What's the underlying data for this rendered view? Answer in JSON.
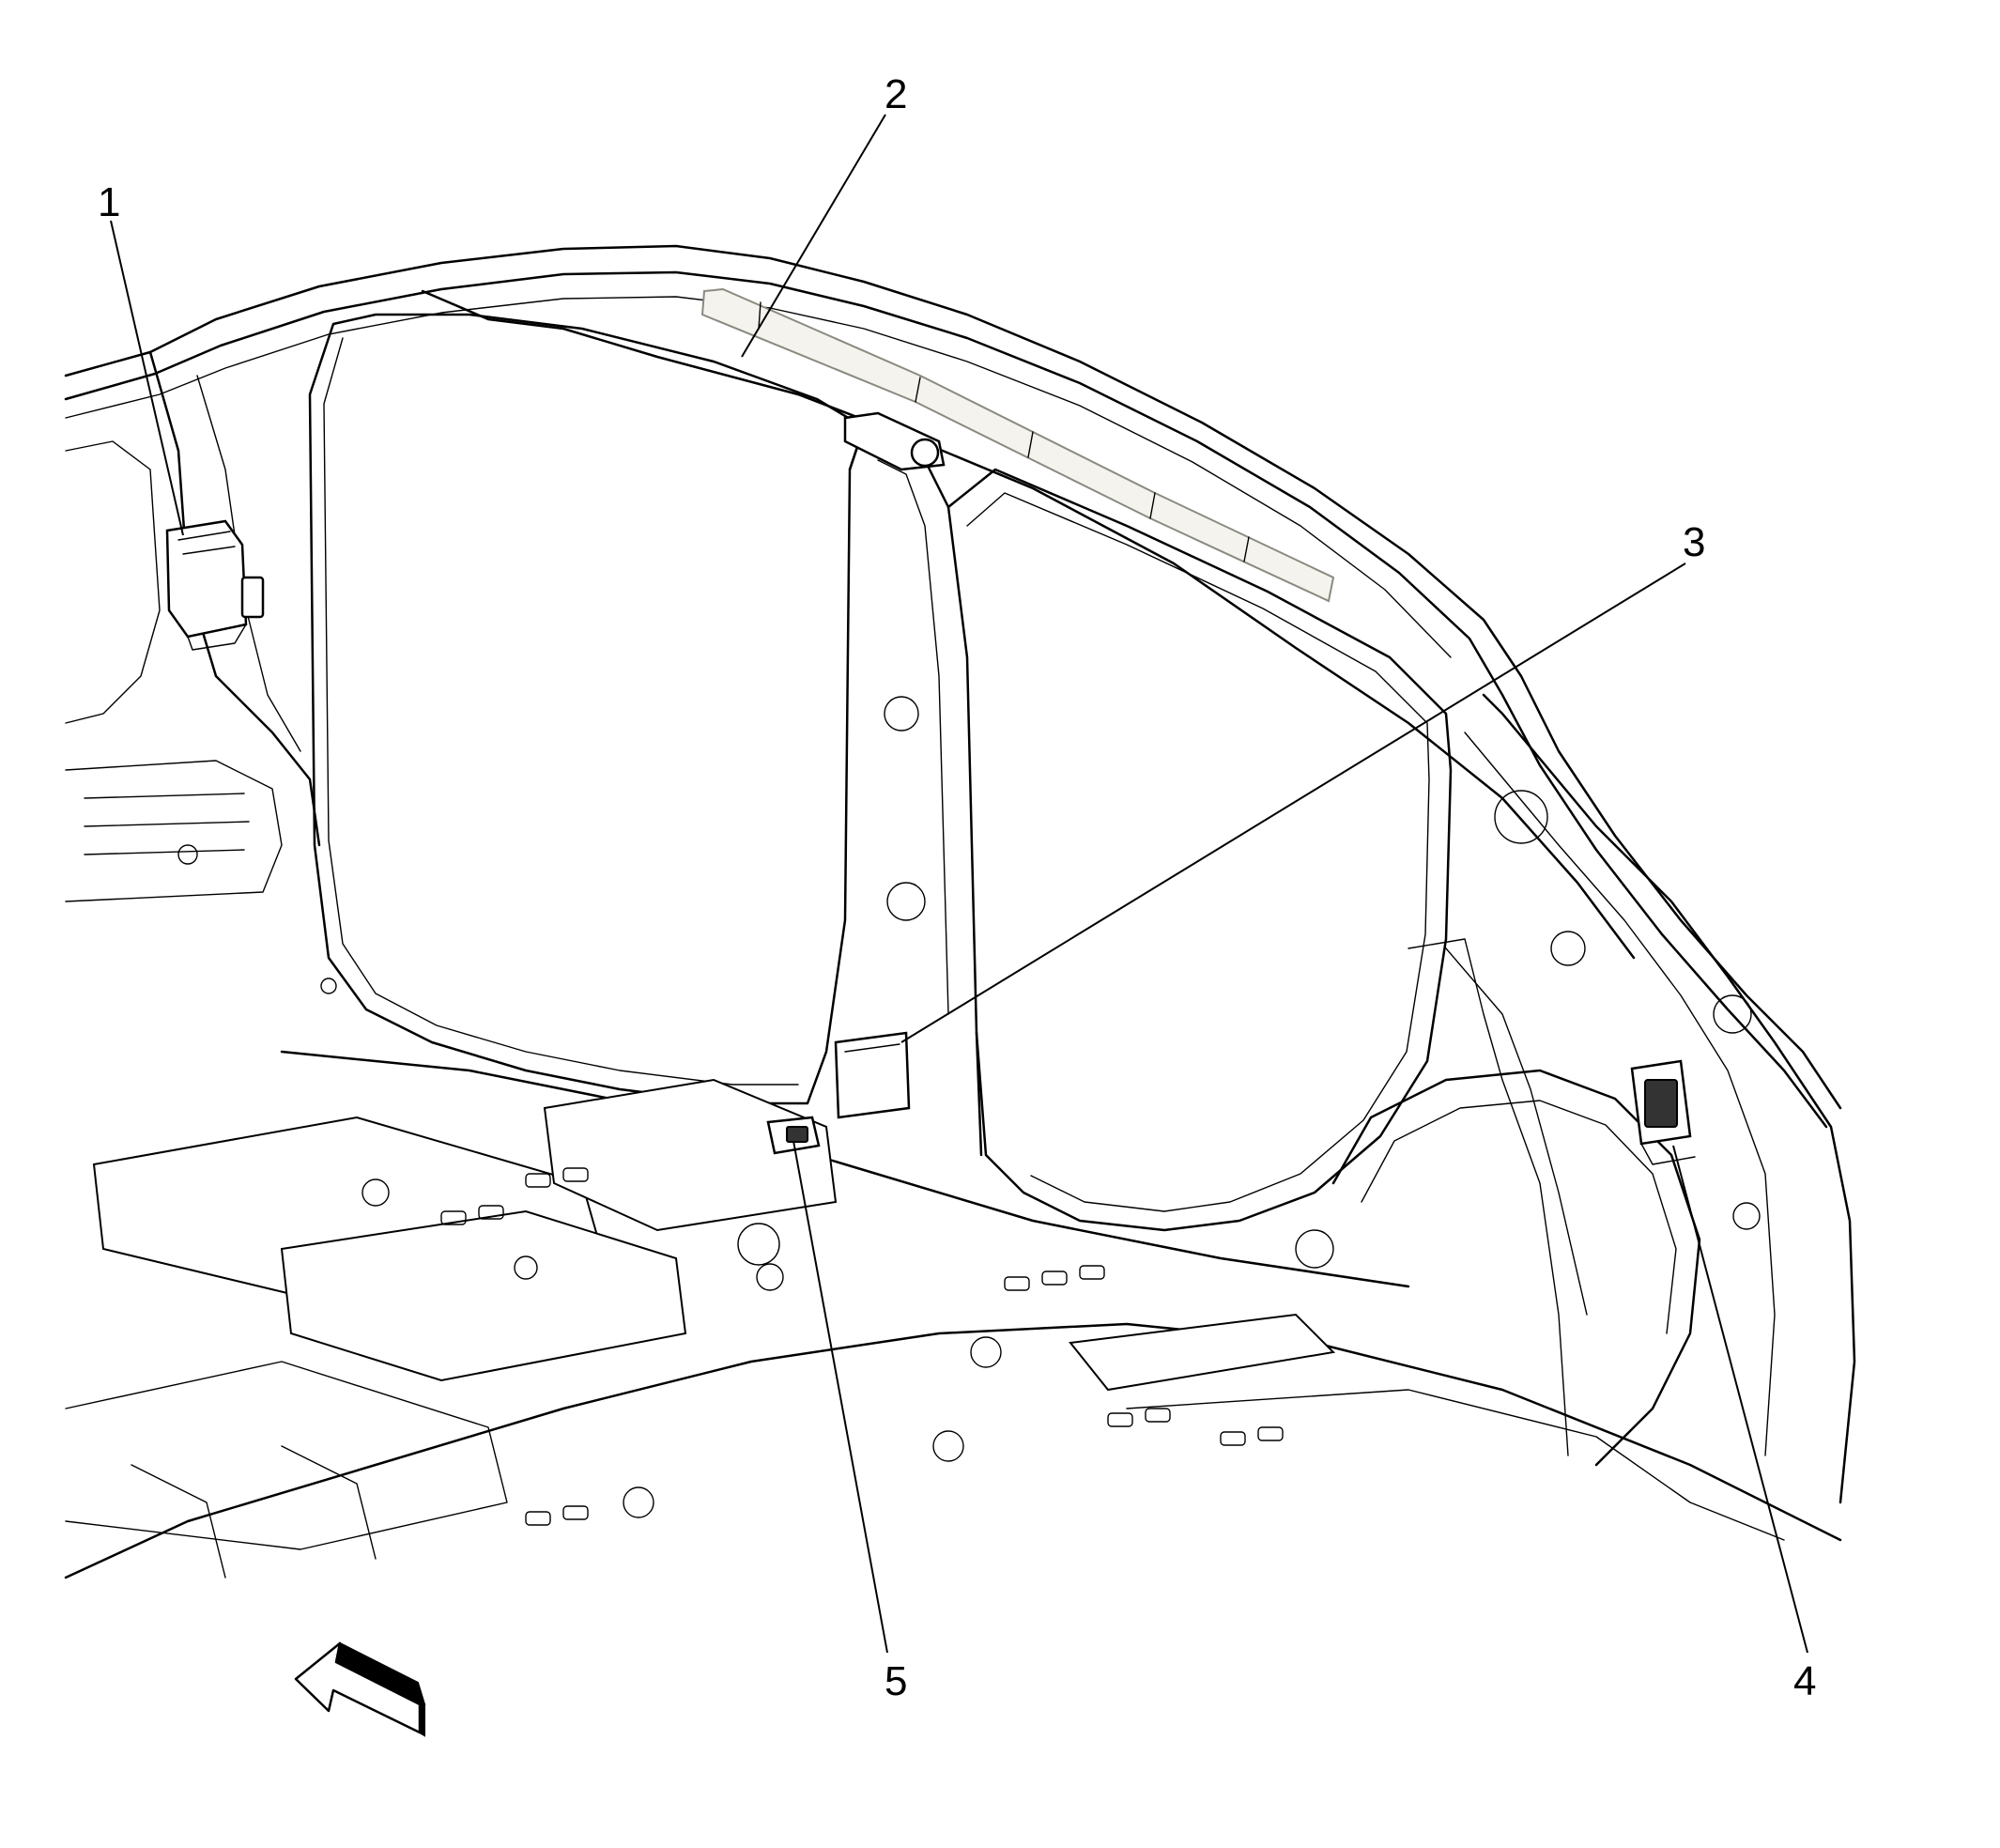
{
  "callouts": [
    {
      "id": "1",
      "label": "1"
    },
    {
      "id": "2",
      "label": "2"
    },
    {
      "id": "3",
      "label": "3"
    },
    {
      "id": "4",
      "label": "4"
    },
    {
      "id": "5",
      "label": "5"
    }
  ],
  "icons": {
    "forward_arrow": "arrow-icon"
  },
  "colors": {
    "line": "#000000",
    "background": "#ffffff",
    "airbag_fill": "#f4f3ee"
  }
}
